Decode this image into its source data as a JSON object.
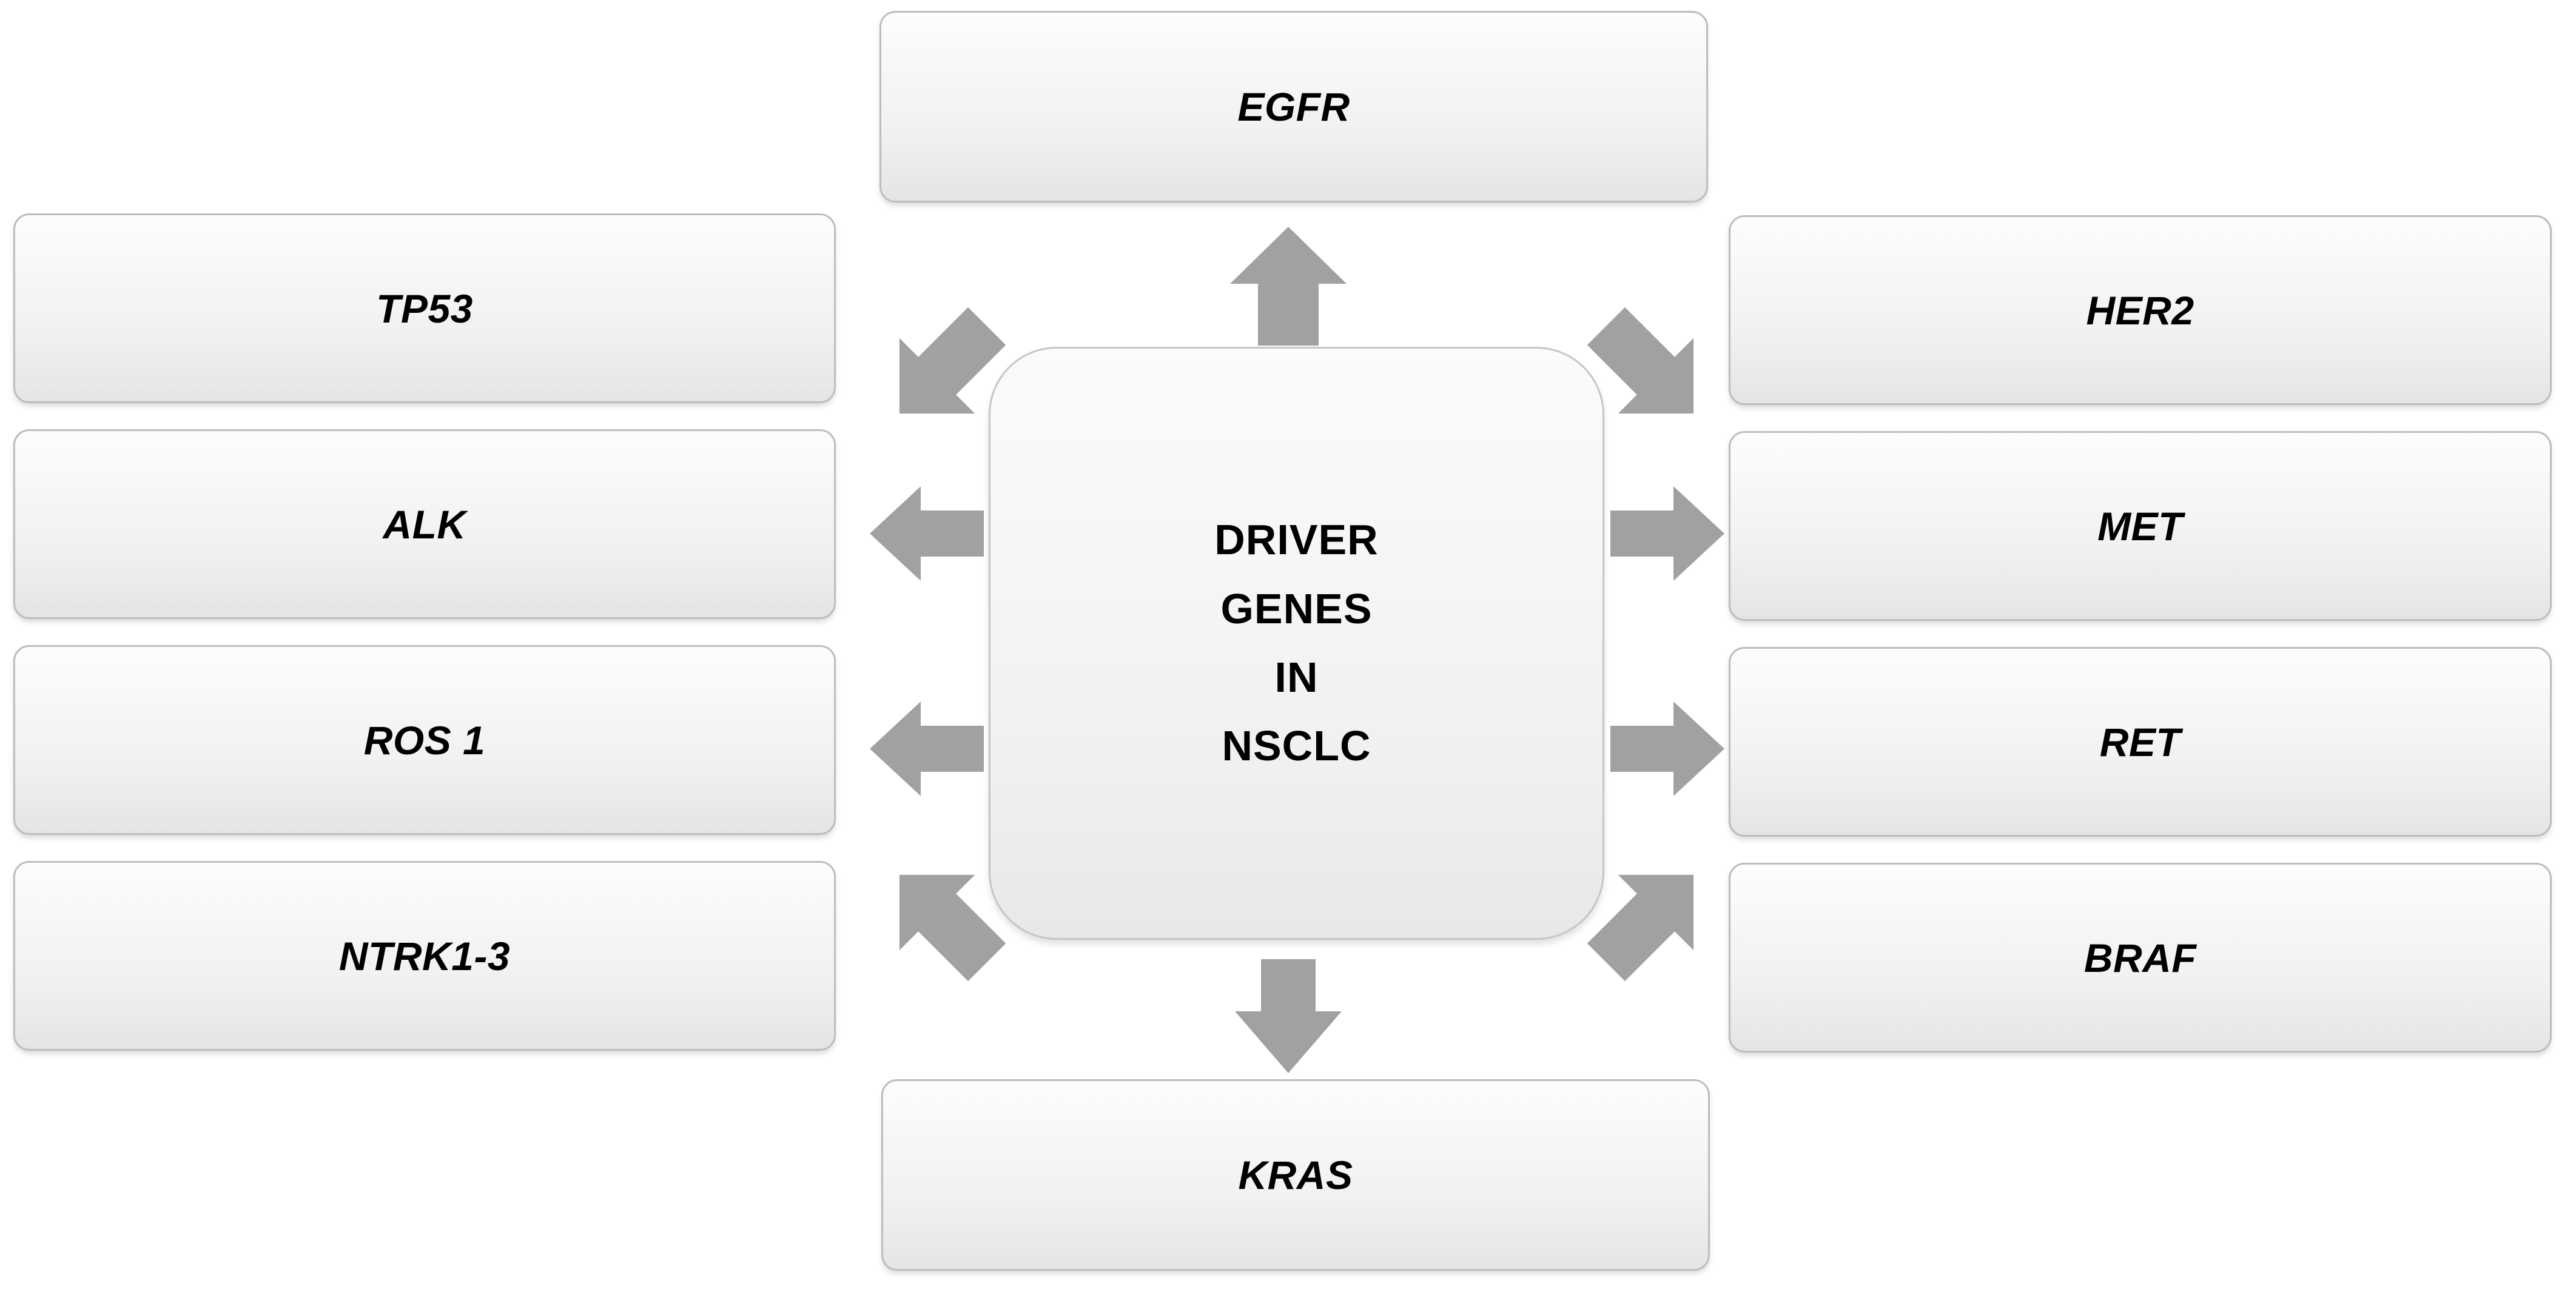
{
  "diagram": {
    "title": "DRIVER GENES IN NSCLC",
    "type": "hub-and-spoke",
    "background_color": "#ffffff"
  },
  "center": {
    "name": "center-hub",
    "lines": [
      "DRIVER",
      "GENES",
      "IN",
      "NSCLC"
    ],
    "fill_top": "#fbfbfb",
    "fill_bottom": "#e8e8e8",
    "border_color": "#c6c6c6"
  },
  "nodes": {
    "top": {
      "label": "EGFR",
      "position": "top"
    },
    "bottom": {
      "label": "KRAS",
      "position": "bottom"
    },
    "left": [
      {
        "label": "TP53",
        "position": "left-1"
      },
      {
        "label": "ALK",
        "position": "left-2"
      },
      {
        "label": "ROS 1",
        "position": "left-3"
      },
      {
        "label": "NTRK1-3",
        "position": "left-4"
      }
    ],
    "right": [
      {
        "label": "HER2",
        "position": "right-1"
      },
      {
        "label": "MET",
        "position": "right-2"
      },
      {
        "label": "RET",
        "position": "right-3"
      },
      {
        "label": "BRAF",
        "position": "right-4"
      }
    ]
  },
  "arrows": {
    "color": "#a1a1a1",
    "items": [
      {
        "name": "arrow-up-to-egfr",
        "direction": "up",
        "target": "EGFR"
      },
      {
        "name": "arrow-down-to-kras",
        "direction": "down",
        "target": "KRAS"
      },
      {
        "name": "arrow-left-to-alk",
        "direction": "left",
        "target": "ALK"
      },
      {
        "name": "arrow-left-to-ros1",
        "direction": "left",
        "target": "ROS 1"
      },
      {
        "name": "arrow-right-to-met",
        "direction": "right",
        "target": "MET"
      },
      {
        "name": "arrow-right-to-ret",
        "direction": "right",
        "target": "RET"
      },
      {
        "name": "arrow-up-left-to-tp53",
        "direction": "up-left",
        "target": "TP53"
      },
      {
        "name": "arrow-up-right-to-her2",
        "direction": "up-right",
        "target": "HER2"
      },
      {
        "name": "arrow-down-left-to-ntrk",
        "direction": "down-left",
        "target": "NTRK1-3"
      },
      {
        "name": "arrow-down-right-to-braf",
        "direction": "down-right",
        "target": "BRAF"
      }
    ]
  },
  "theme": {
    "box_border": "#bdbdbd",
    "box_fill_top": "#fdfdfd",
    "box_fill_bottom": "#e4e4e4",
    "text_color": "#000000",
    "arrow_fill": "#a1a1a1"
  }
}
